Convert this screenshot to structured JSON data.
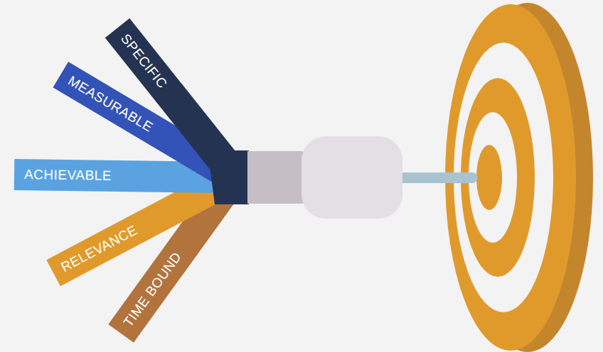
{
  "diagram": {
    "nodes": [
      {
        "text": [
          "SPECIFIC"
        ]
      },
      {
        "text": [
          "MEASURABLE"
        ]
      },
      {
        "text": [
          "ACHIEVABLE"
        ]
      },
      {
        "text": [
          "RELEVANCE"
        ]
      },
      {
        "text": [
          "TIME BOUND"
        ]
      }
    ]
  }
}
